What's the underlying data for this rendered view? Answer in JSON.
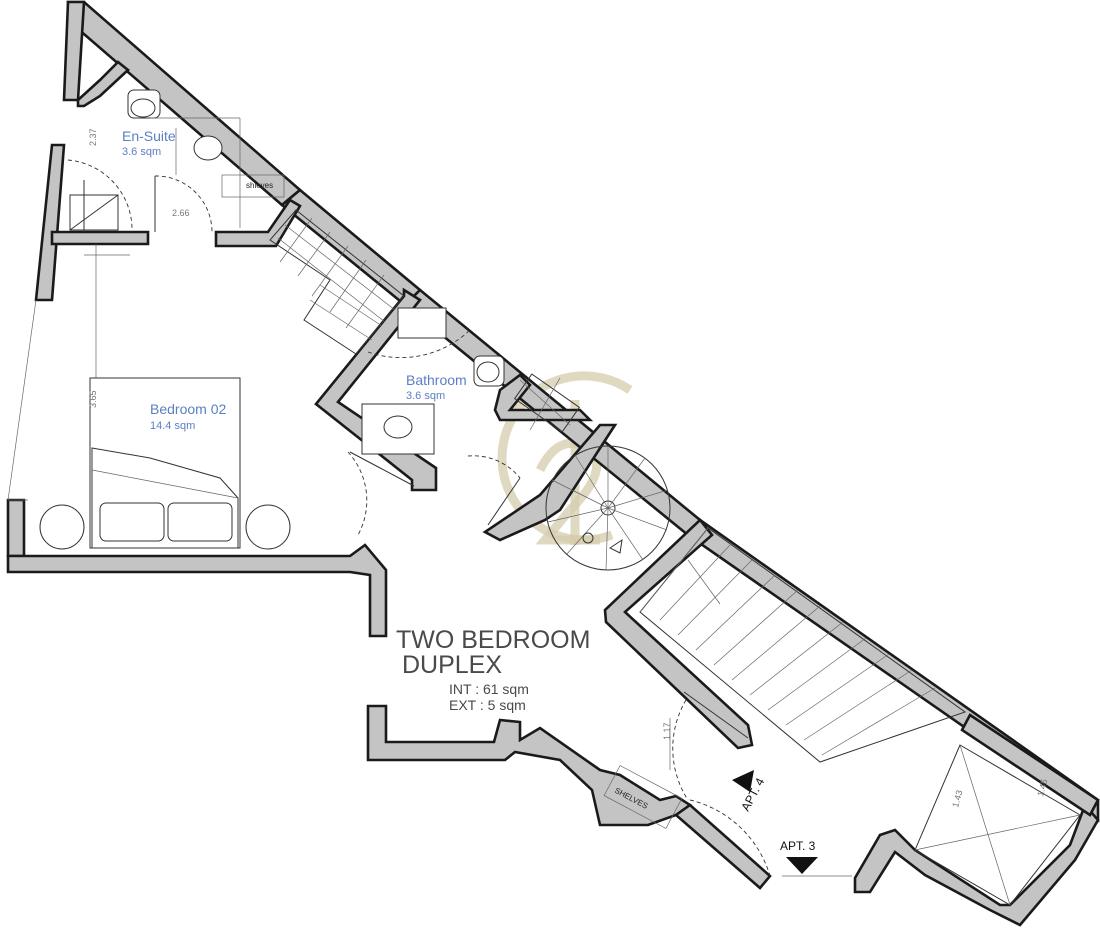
{
  "plan": {
    "title_line1": "TWO BEDROOM",
    "title_line2": "DUPLEX",
    "int_area": "INT : 61 sqm",
    "ext_area": "EXT : 5 sqm"
  },
  "rooms": {
    "ensuite": {
      "name": "En-Suite",
      "area": "3.6 sqm"
    },
    "bathroom": {
      "name": "Bathroom",
      "area": "3.6 sqm"
    },
    "bedroom": {
      "name": "Bedroom 02",
      "area": "14.4 sqm"
    }
  },
  "labels": {
    "shelves_upper": "shleves",
    "shelves_lower": "SHELVES",
    "apt3": "APT. 3",
    "apt4": "APT. 4"
  },
  "dimensions": {
    "ensuite_height": "2.37",
    "ensuite_width": "2.66",
    "bedroom_height": "3.65",
    "entry_width": "1.17",
    "void_a": "1.43",
    "void_b": "1.45"
  },
  "colors": {
    "wall_fill": "#c4c4c4",
    "room_label": "#5b7fc4",
    "watermark": "#d6ccae"
  }
}
